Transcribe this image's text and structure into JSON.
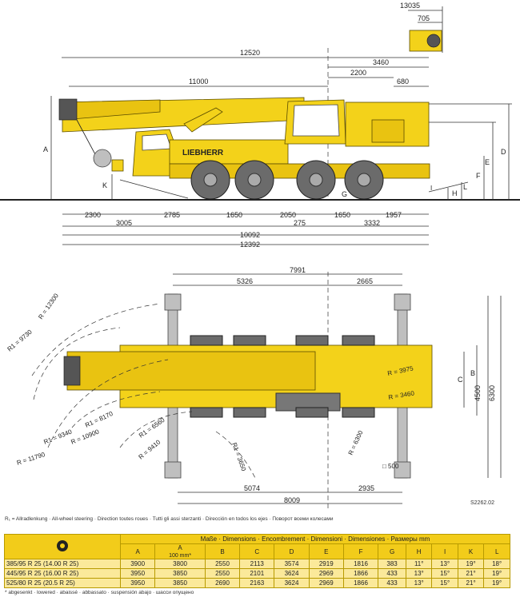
{
  "side_view": {
    "dims": {
      "top1": "13035",
      "top2": "705",
      "overall": "12520",
      "rear": "3460",
      "d2200": "2200",
      "d680": "680",
      "d11000": "11000",
      "b2300": "2300",
      "b2785": "2785",
      "b1650a": "1650",
      "b2050": "2050",
      "b1650b": "1650",
      "b1957": "1957",
      "c3005": "3005",
      "c275": "275",
      "c3332": "3332",
      "c10092": "10092",
      "c12392": "12392"
    },
    "letters": {
      "A": "A",
      "K": "K",
      "G": "G",
      "H": "H",
      "L": "L",
      "F": "F",
      "E": "E",
      "D": "D",
      "I": "I"
    },
    "brand": "LIEBHERR"
  },
  "top_view": {
    "dims": {
      "t7991": "7991",
      "t5326": "5326",
      "t2665": "2665",
      "b5074": "5074",
      "b2935": "2935",
      "b8009": "8009",
      "v4500": "4500",
      "v6300": "6300",
      "square500": "□ 500"
    },
    "radii": {
      "r12300": "R = 12300",
      "r9730": "R1 = 9730",
      "r8170": "R1 = 8170",
      "r10900": "R = 10900",
      "r9340": "R1 = 9340",
      "r11790": "R = 11790",
      "r6560": "R1 = 6560",
      "r9410": "R = 9410",
      "r3650": "R1 = 3650",
      "r6300": "R = 6300",
      "r3975": "R = 3975",
      "r3460": "R = 3460"
    },
    "letters": {
      "C": "C",
      "B": "B"
    }
  },
  "drawing_code": "S2262.02",
  "legend": "R₁ = Allradlenkung · All-wheel steering · Direction toutes roues · Tutti gli assi sterzanti · Dirección en todos los ejes · Поворот всеми колесами",
  "table": {
    "title": "Maße · Dimensions · Encombrement · Dimensioni · Dimensiones · Размеры mm",
    "col_a2": "A",
    "col_a2_sub": "100 mm*",
    "columns": [
      "A",
      "B",
      "C",
      "D",
      "E",
      "F",
      "G",
      "H",
      "I",
      "K",
      "L"
    ],
    "rows": [
      {
        "tyre": "385/95 R 25 (14.00 R 25)",
        "values": [
          "3900",
          "3800",
          "2550",
          "2113",
          "3574",
          "2919",
          "1816",
          "383",
          "11°",
          "13°",
          "19°",
          "18°"
        ]
      },
      {
        "tyre": "445/95 R 25 (16.00 R 25)",
        "values": [
          "3950",
          "3850",
          "2550",
          "2101",
          "3624",
          "2969",
          "1866",
          "433",
          "13°",
          "15°",
          "21°",
          "19°"
        ]
      },
      {
        "tyre": "525/80 R 25 (20.5 R 25)",
        "values": [
          "3950",
          "3850",
          "2690",
          "2163",
          "3624",
          "2969",
          "1866",
          "433",
          "13°",
          "15°",
          "21°",
          "19°"
        ]
      }
    ],
    "footnote": "* abgesenkt · lowered · abaissé · abbassato · suspensión abajo · шасси опущено"
  }
}
